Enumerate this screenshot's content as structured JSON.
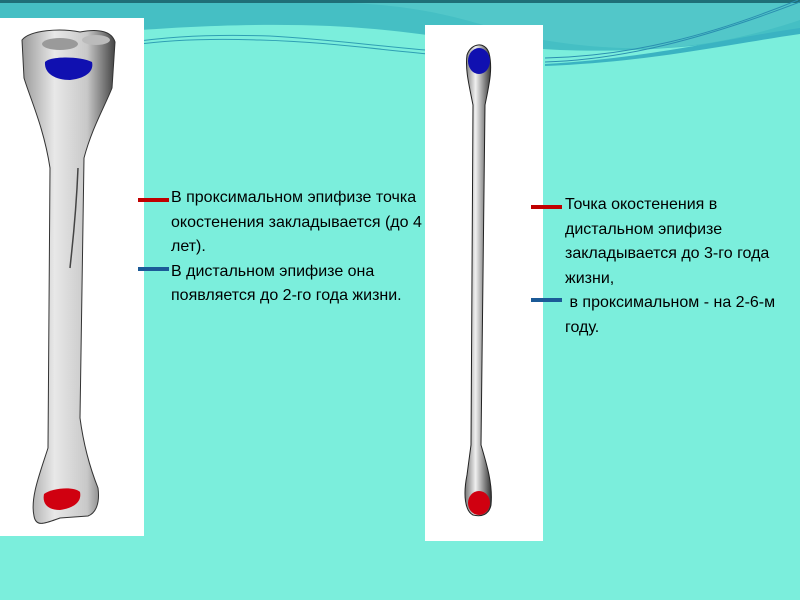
{
  "slide": {
    "background_color": "#7beedc",
    "wave_colors": [
      "#3fb8c0",
      "#4cc8cc",
      "#2a9db0"
    ]
  },
  "left_figure": {
    "label": "tibia-illustration",
    "proximal_marker_color": "#1010b0",
    "distal_marker_color": "#d00010"
  },
  "right_figure": {
    "label": "fibula-illustration",
    "proximal_marker_color": "#1010b0",
    "distal_marker_color": "#d00010"
  },
  "left_caption": {
    "items": [
      {
        "marker_color": "#c00000",
        "text": "В проксимальном эпифизе точка окостенения закладывается (до 4 лет)."
      },
      {
        "marker_color": "#1b5a97",
        "text": "В дистальном эпифизе она появляется до 2-го года жизни."
      }
    ]
  },
  "right_caption": {
    "items": [
      {
        "marker_color": "#c00000",
        "text": "Точка окостенения в дистальном эпифизе закладывается до 3-го года жизни,"
      },
      {
        "marker_color": "#1b5a97",
        "text": " в проксимальном - на 2-6-м году."
      }
    ]
  }
}
